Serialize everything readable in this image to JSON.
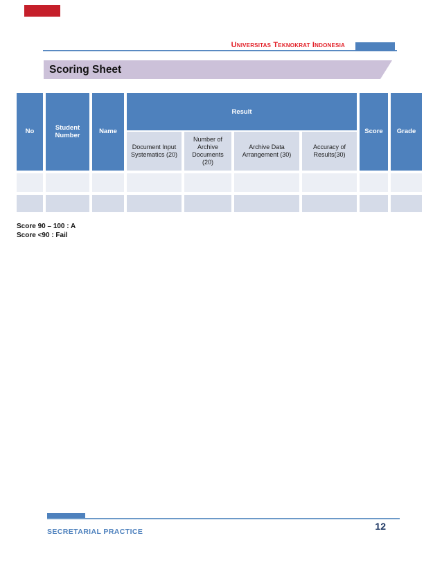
{
  "header": {
    "university": "Universitas Teknokrat Indonesia"
  },
  "section": {
    "title": "Scoring Sheet"
  },
  "table": {
    "columns": [
      "No",
      "Student Number",
      "Name"
    ],
    "result_group": {
      "label": "Result",
      "sub_columns": [
        "Document Input Systematics (20)",
        "Number of Archive Documents (20)",
        "Archive Data Arrangement (30)",
        "Accuracy of Results(30)"
      ]
    },
    "trailing_columns": [
      "Score",
      "Grade"
    ],
    "body_row_count": 2
  },
  "notes": {
    "line1": "Score 90 – 100 : A",
    "line2": "Score <90 : Fail"
  },
  "footer": {
    "course": "SECRETARIAL PRACTICE",
    "page_number": "12"
  },
  "colors": {
    "accent_blue": "#4E81BD",
    "subheader_fill": "#D5DBE8",
    "row_light_fill": "#ECEFF5",
    "row_dark_fill": "#D5DBE8",
    "banner_fill": "#CCC1D9",
    "university_red": "#E21E26",
    "page_number_navy": "#1F3864",
    "badge_red": "#C51F2A"
  }
}
